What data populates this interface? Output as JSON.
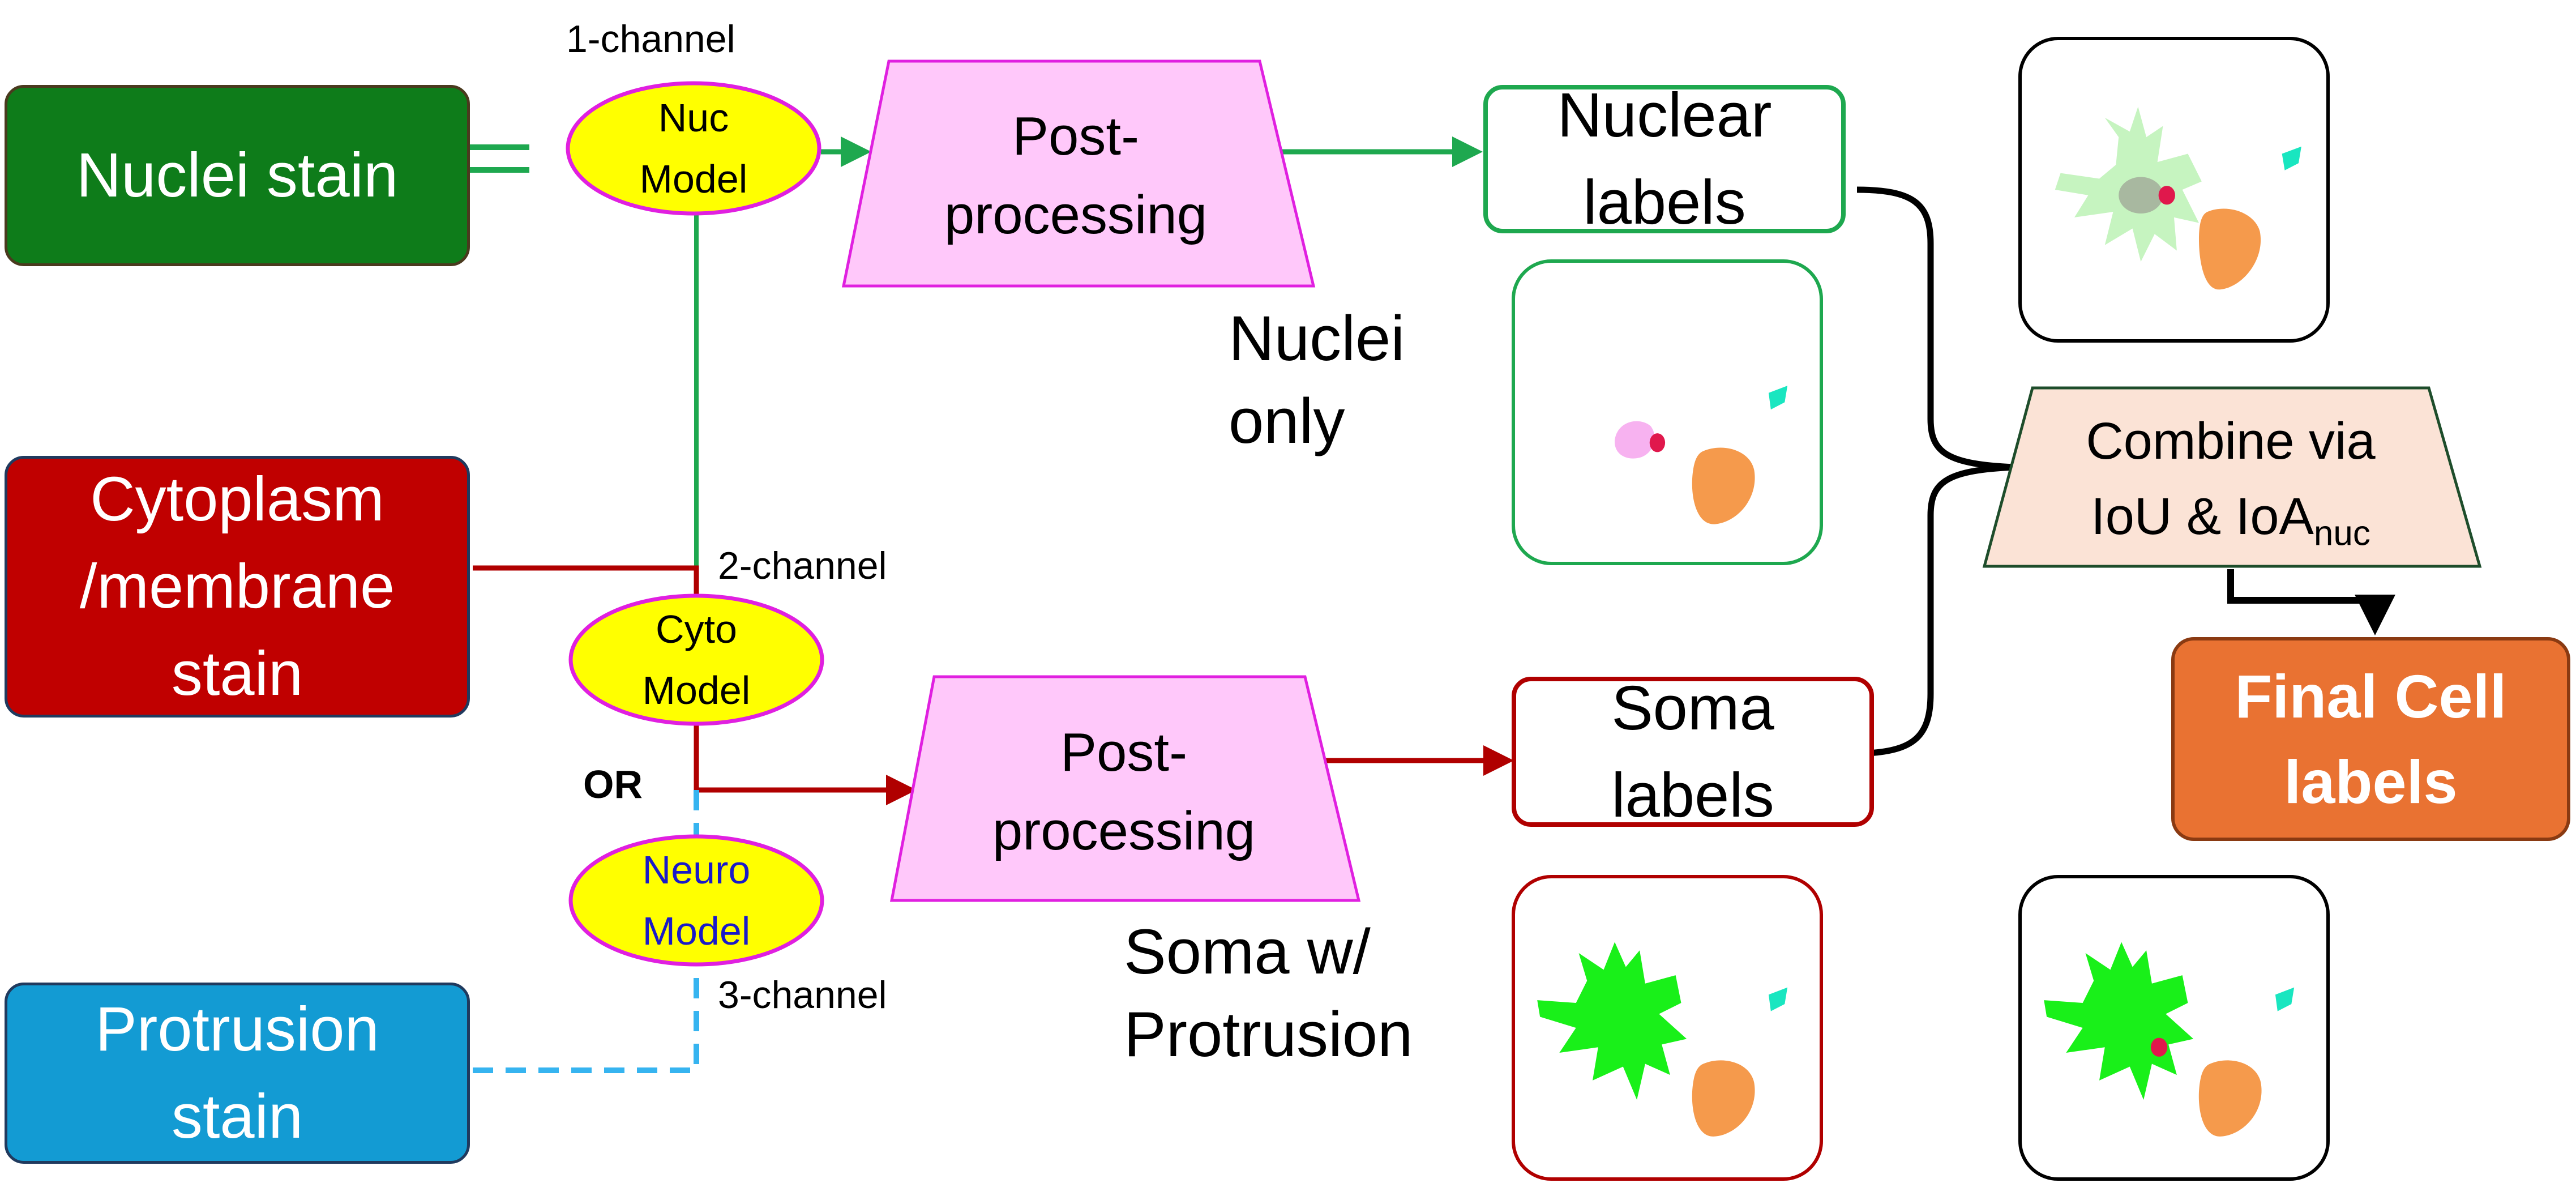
{
  "inputs": {
    "nuclei": "Nuclei stain",
    "cyto": [
      "Cytoplasm",
      "/membrane",
      "stain"
    ],
    "protrusion": [
      "Protrusion",
      "stain"
    ]
  },
  "models": {
    "nuc": [
      "Nuc",
      "Model"
    ],
    "cyto": [
      "Cyto",
      "Model"
    ],
    "neuro": [
      "Neuro",
      "Model"
    ]
  },
  "channels": {
    "one": "1-channel",
    "two": "2-channel",
    "three": "3-channel"
  },
  "or_label": "OR",
  "postprocessing_top": [
    "Post-",
    "processing"
  ],
  "postprocessing_bottom": [
    "Post-",
    "processing"
  ],
  "nuclear_labels": [
    "Nuclear",
    "labels"
  ],
  "soma_labels": [
    "Soma",
    "labels"
  ],
  "nuclei_only": [
    "Nuclei",
    "only"
  ],
  "soma_protrusion": [
    "Soma w/",
    "Protrusion"
  ],
  "combine": {
    "line1": "Combine via",
    "line2_prefix": "IoU & IoA",
    "line2_sub": "nuc"
  },
  "final": [
    "Final Cell",
    "labels"
  ],
  "colors": {
    "nuclei_green": "#0e7c1a",
    "cyto_red": "#c00000",
    "protrusion_blue": "#139bd3",
    "model_yellow": "#ffff00",
    "model_border": "#e020e0",
    "post_pink": "#ffc8fa",
    "combine_peach": "#fbe3d6",
    "final_orange": "#e97232",
    "line_green": "#1ea84f",
    "line_red": "#b00000",
    "line_blue": "#36b4f0",
    "cell_green": "#19f019",
    "cell_orange": "#f59a4c",
    "cell_teal": "#19e6c0",
    "cell_pink": "#f7b2f0",
    "cell_red": "#e0184c"
  }
}
